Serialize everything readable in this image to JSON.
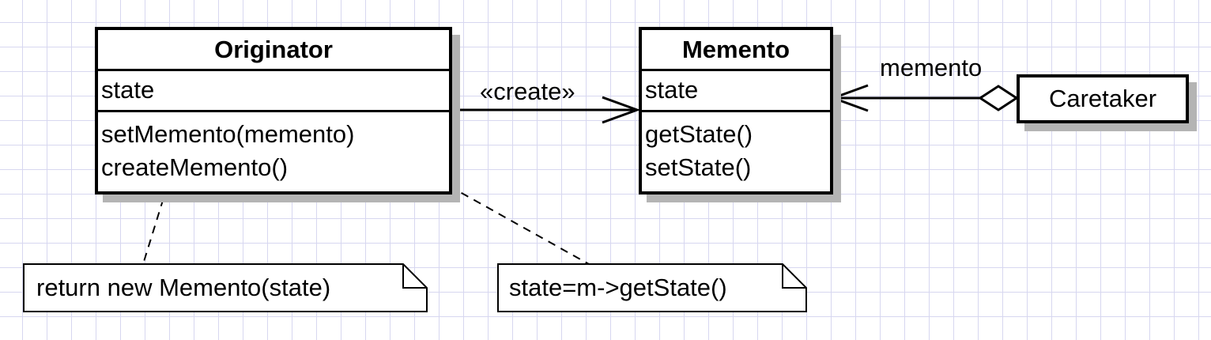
{
  "diagram": {
    "originator": {
      "name": "Originator",
      "attribute": "state",
      "operations": [
        "setMemento(memento)",
        "createMemento()"
      ]
    },
    "memento": {
      "name": "Memento",
      "attribute": "state",
      "operations": [
        "getState()",
        "setState()"
      ]
    },
    "caretaker": {
      "name": "Caretaker"
    },
    "relations": {
      "create_label": "«create»",
      "aggregation_label": "memento"
    },
    "notes": {
      "create_note": "return new Memento(state)",
      "set_note": "state=m->getState()"
    }
  },
  "colors": {
    "grid": "#d7d7f0",
    "shadow": "#b4b4b4",
    "stroke": "#000000"
  }
}
